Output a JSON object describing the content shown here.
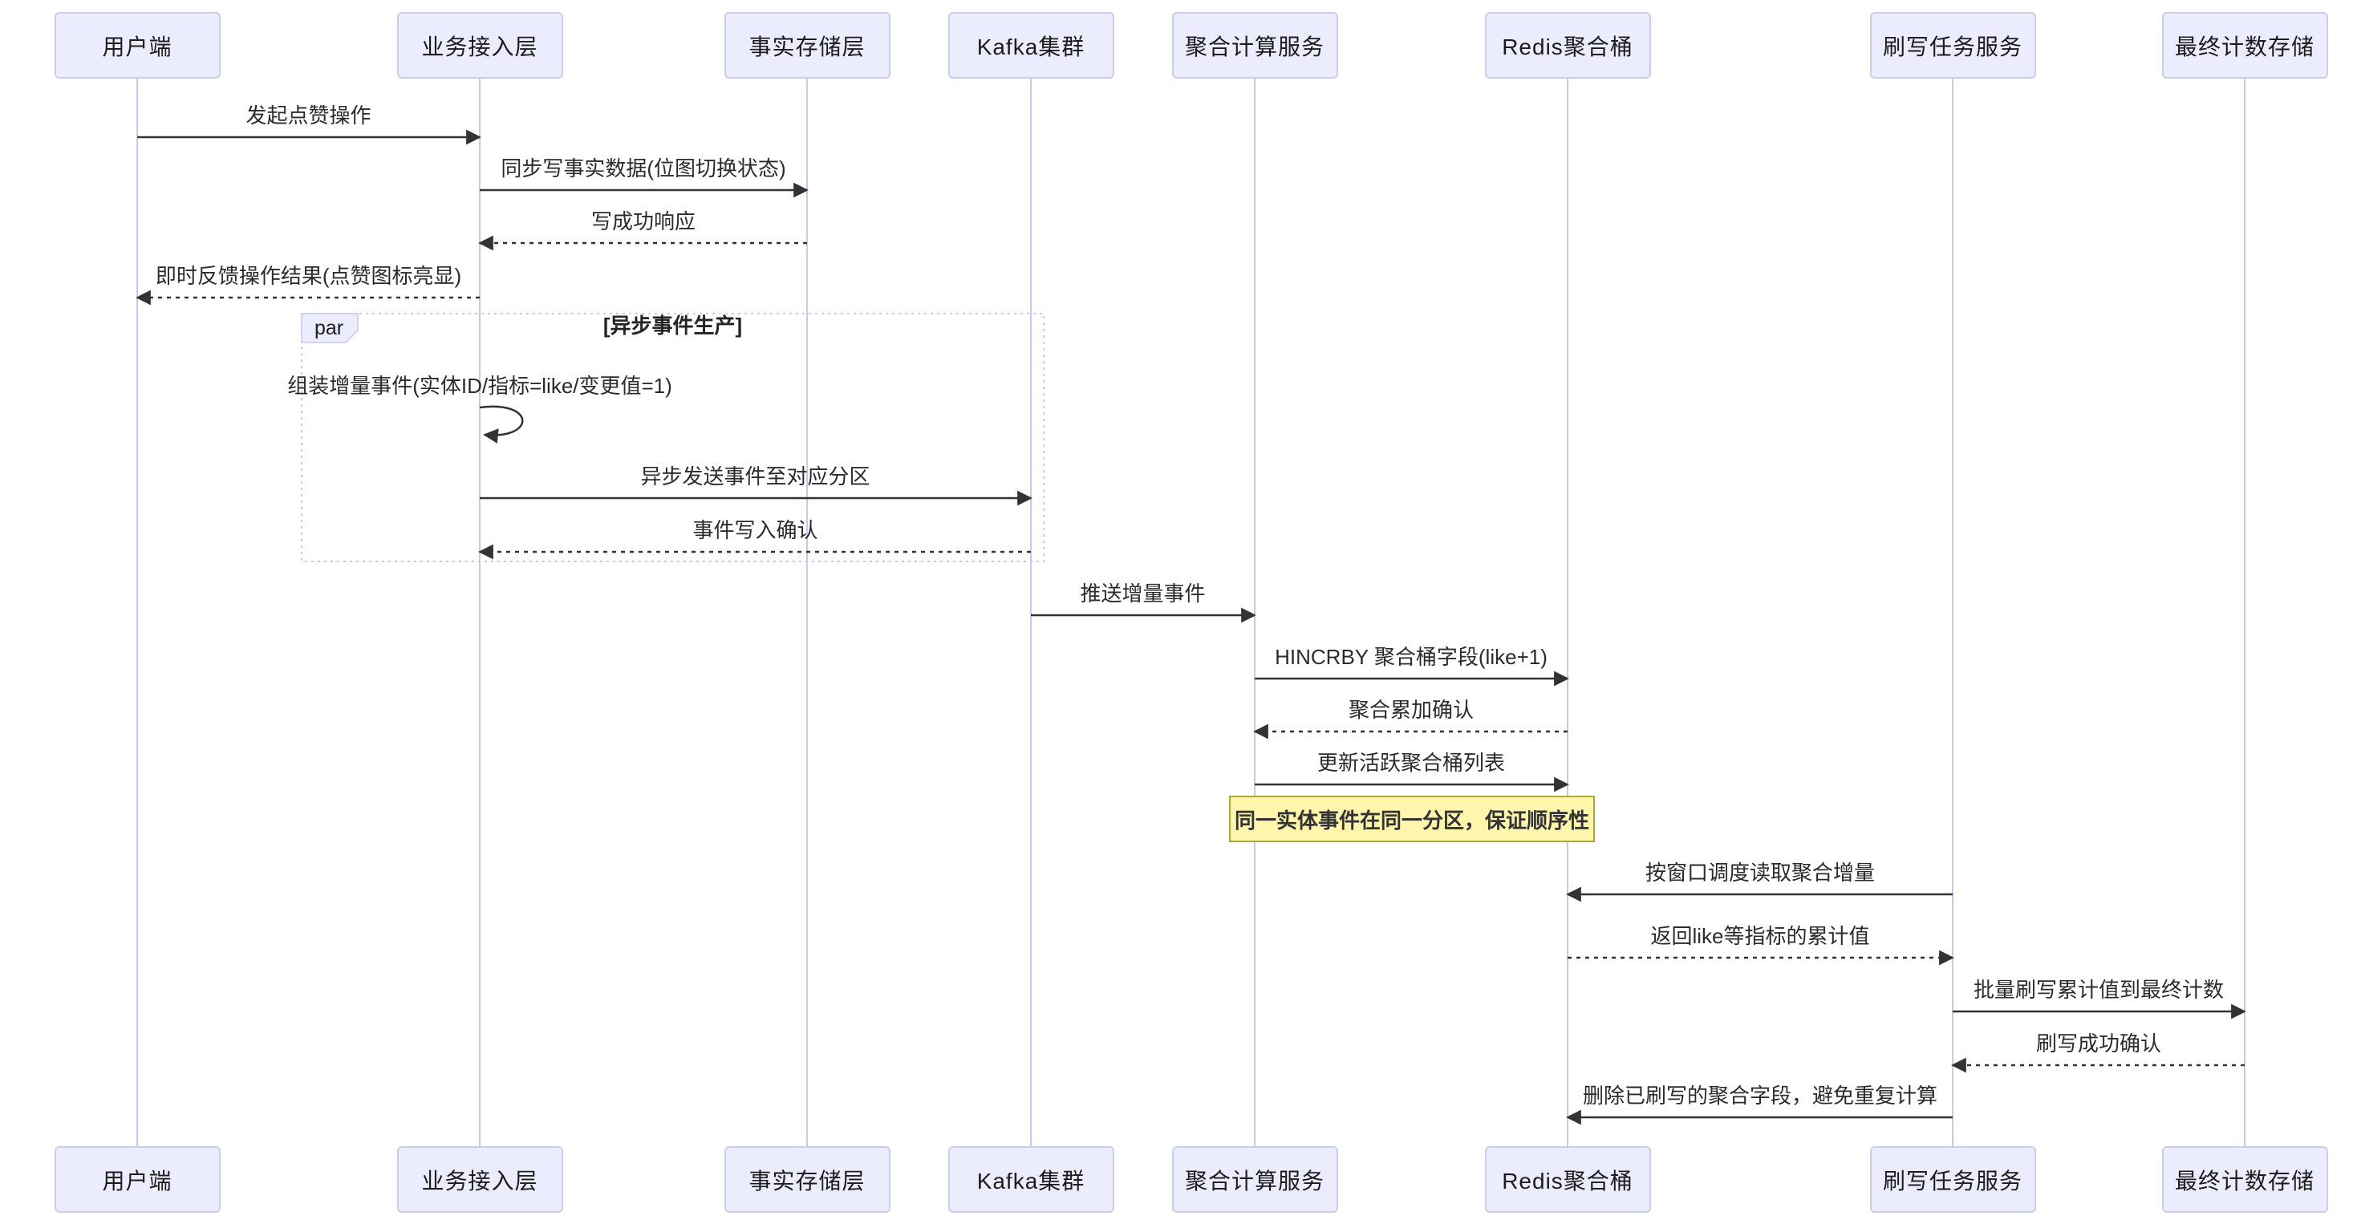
{
  "diagram": {
    "participants": [
      {
        "label": "用户端"
      },
      {
        "label": "业务接入层"
      },
      {
        "label": "事实存储层"
      },
      {
        "label": "Kafka集群"
      },
      {
        "label": "聚合计算服务"
      },
      {
        "label": "Redis聚合桶"
      },
      {
        "label": "刷写任务服务"
      },
      {
        "label": "最终计数存储"
      }
    ],
    "messages": [
      {
        "text": "发起点赞操作",
        "from": 0,
        "to": 1,
        "style": "solid"
      },
      {
        "text": "同步写事实数据(位图切换状态)",
        "from": 1,
        "to": 2,
        "style": "solid"
      },
      {
        "text": "写成功响应",
        "from": 2,
        "to": 1,
        "style": "dashed"
      },
      {
        "text": "即时反馈操作结果(点赞图标亮显)",
        "from": 1,
        "to": 0,
        "style": "dashed"
      },
      {
        "text": "组装增量事件(实体ID/指标=like/变更值=1)",
        "from": 1,
        "to": 1,
        "style": "self"
      },
      {
        "text": "异步发送事件至对应分区",
        "from": 1,
        "to": 3,
        "style": "solid"
      },
      {
        "text": "事件写入确认",
        "from": 3,
        "to": 1,
        "style": "dashed"
      },
      {
        "text": "推送增量事件",
        "from": 3,
        "to": 4,
        "style": "solid"
      },
      {
        "text": "HINCRBY 聚合桶字段(like+1)",
        "from": 4,
        "to": 5,
        "style": "solid"
      },
      {
        "text": "聚合累加确认",
        "from": 5,
        "to": 4,
        "style": "dashed"
      },
      {
        "text": "更新活跃聚合桶列表",
        "from": 4,
        "to": 5,
        "style": "solid"
      },
      {
        "text": "按窗口调度读取聚合增量",
        "from": 6,
        "to": 5,
        "style": "solid"
      },
      {
        "text": "返回like等指标的累计值",
        "from": 5,
        "to": 6,
        "style": "dashed"
      },
      {
        "text": "批量刷写累计值到最终计数",
        "from": 6,
        "to": 7,
        "style": "solid"
      },
      {
        "text": "刷写成功确认",
        "from": 7,
        "to": 6,
        "style": "dashed"
      },
      {
        "text": "删除已刷写的聚合字段，避免重复计算",
        "from": 6,
        "to": 5,
        "style": "solid"
      }
    ],
    "par_block": {
      "label": "par",
      "condition": "[异步事件生产]"
    },
    "note": {
      "text": "同一实体事件在同一分区，保证顺序性"
    },
    "colors": {
      "actor_fill": "#ECECFF",
      "actor_border": "#CCCCEB",
      "lifeline": "#CBC7EA",
      "arrow": "#333333",
      "note_fill": "#FFF5AD",
      "note_border": "#AAAA33"
    }
  }
}
